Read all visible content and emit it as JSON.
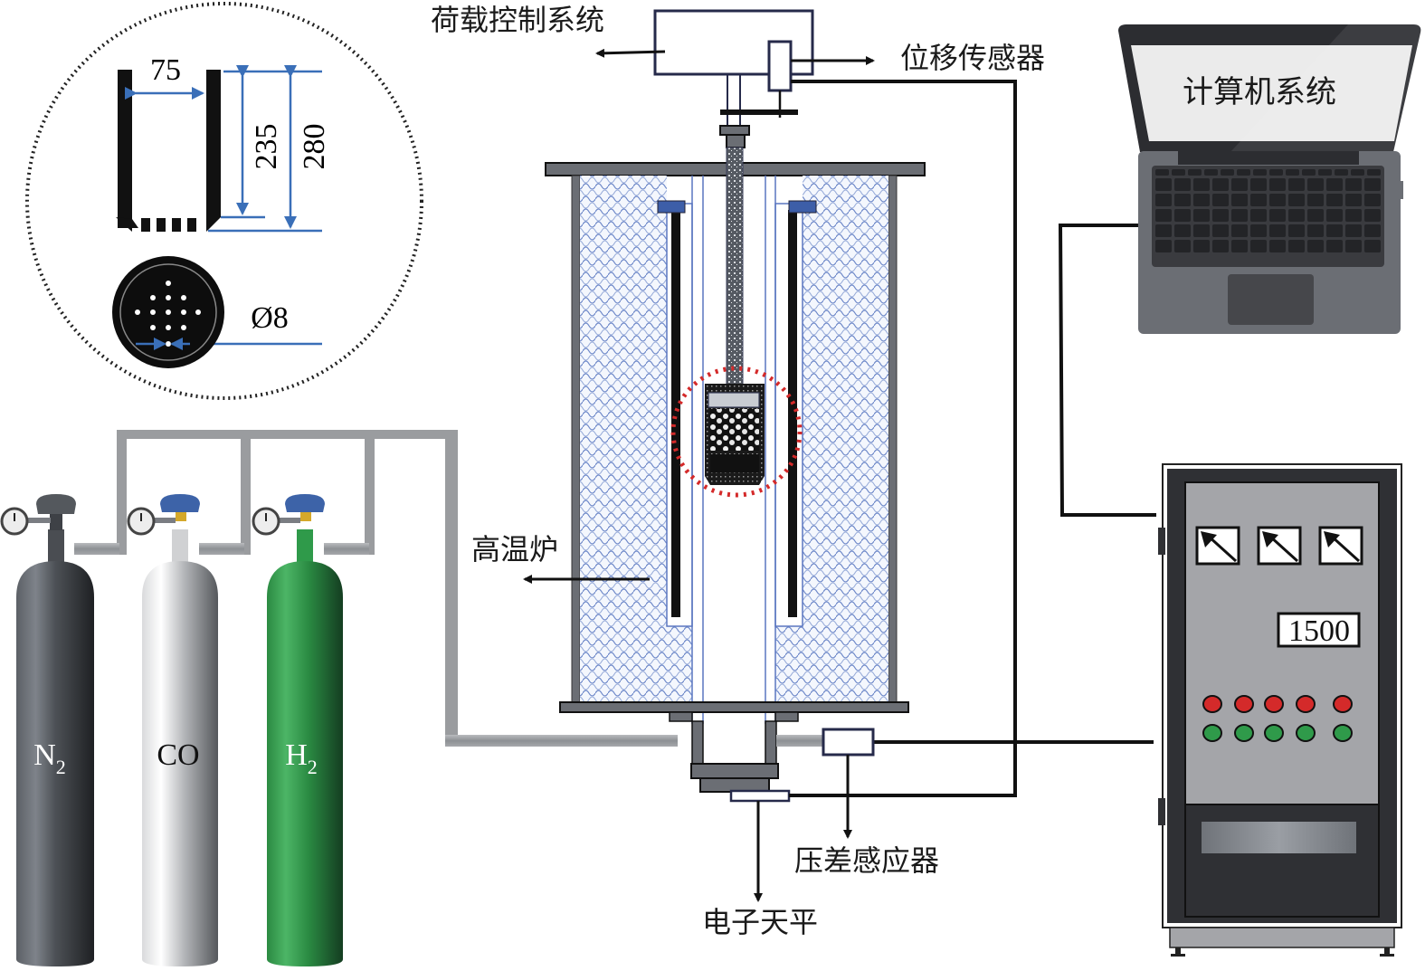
{
  "labels": {
    "load_control": "荷载控制系统",
    "displacement_sensor": "位移传感器",
    "computer_system": "计算机系统",
    "furnace": "高温炉",
    "pressure_sensor": "压差感应器",
    "balance": "电子天平"
  },
  "crucible_detail": {
    "inner_width": "75",
    "inner_height": "235",
    "outer_height": "280",
    "hole_diameter": "Ø8"
  },
  "cylinders": [
    {
      "gas": "N",
      "sub": "2",
      "color": "#4a4d52"
    },
    {
      "gas": "CO",
      "sub": "",
      "color": "#c8c9cb"
    },
    {
      "gas": "H",
      "sub": "2",
      "color": "#2f9a4a"
    }
  ],
  "control_cabinet": {
    "display_value": "1500",
    "meters": 3,
    "red_lights": 5,
    "green_lights": 5
  },
  "colors": {
    "dimension_blue": "#3a6fb8",
    "highlight_red": "#d42a2a",
    "pipe_gray": "#9a9c9f",
    "insulation_blue": "#5a76c0",
    "heater_cap_blue": "#3d5ea8"
  }
}
